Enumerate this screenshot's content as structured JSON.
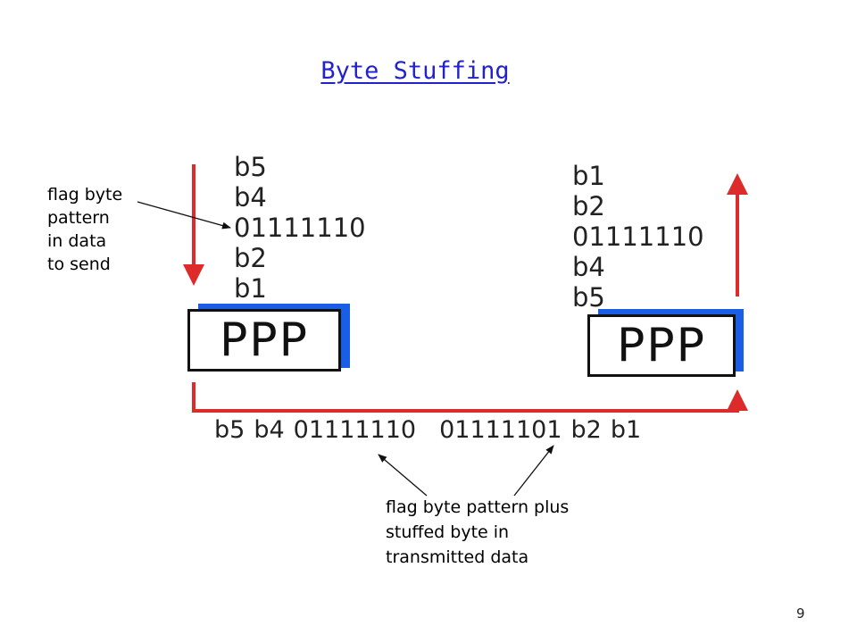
{
  "title": "Byte Stuffing",
  "left_note": [
    "flag byte",
    "pattern",
    "in data",
    "to send"
  ],
  "sender_stack": [
    "b5",
    "b4",
    "01111110",
    "b2",
    "b1"
  ],
  "receiver_stack": [
    "b1",
    "b2",
    "01111110",
    "b4",
    "b5"
  ],
  "ppp_label": "PPP",
  "stream": [
    "b5",
    "b4",
    "01111110",
    "01111101",
    "b2",
    "b1"
  ],
  "bottom_note": [
    "flag byte pattern plus",
    "stuffed byte in",
    "transmitted  data"
  ],
  "page_number": "9",
  "colors": {
    "title": "#2222cc",
    "arrow": "#dd2a2a",
    "ppp_shadow": "#1a5ee6"
  }
}
